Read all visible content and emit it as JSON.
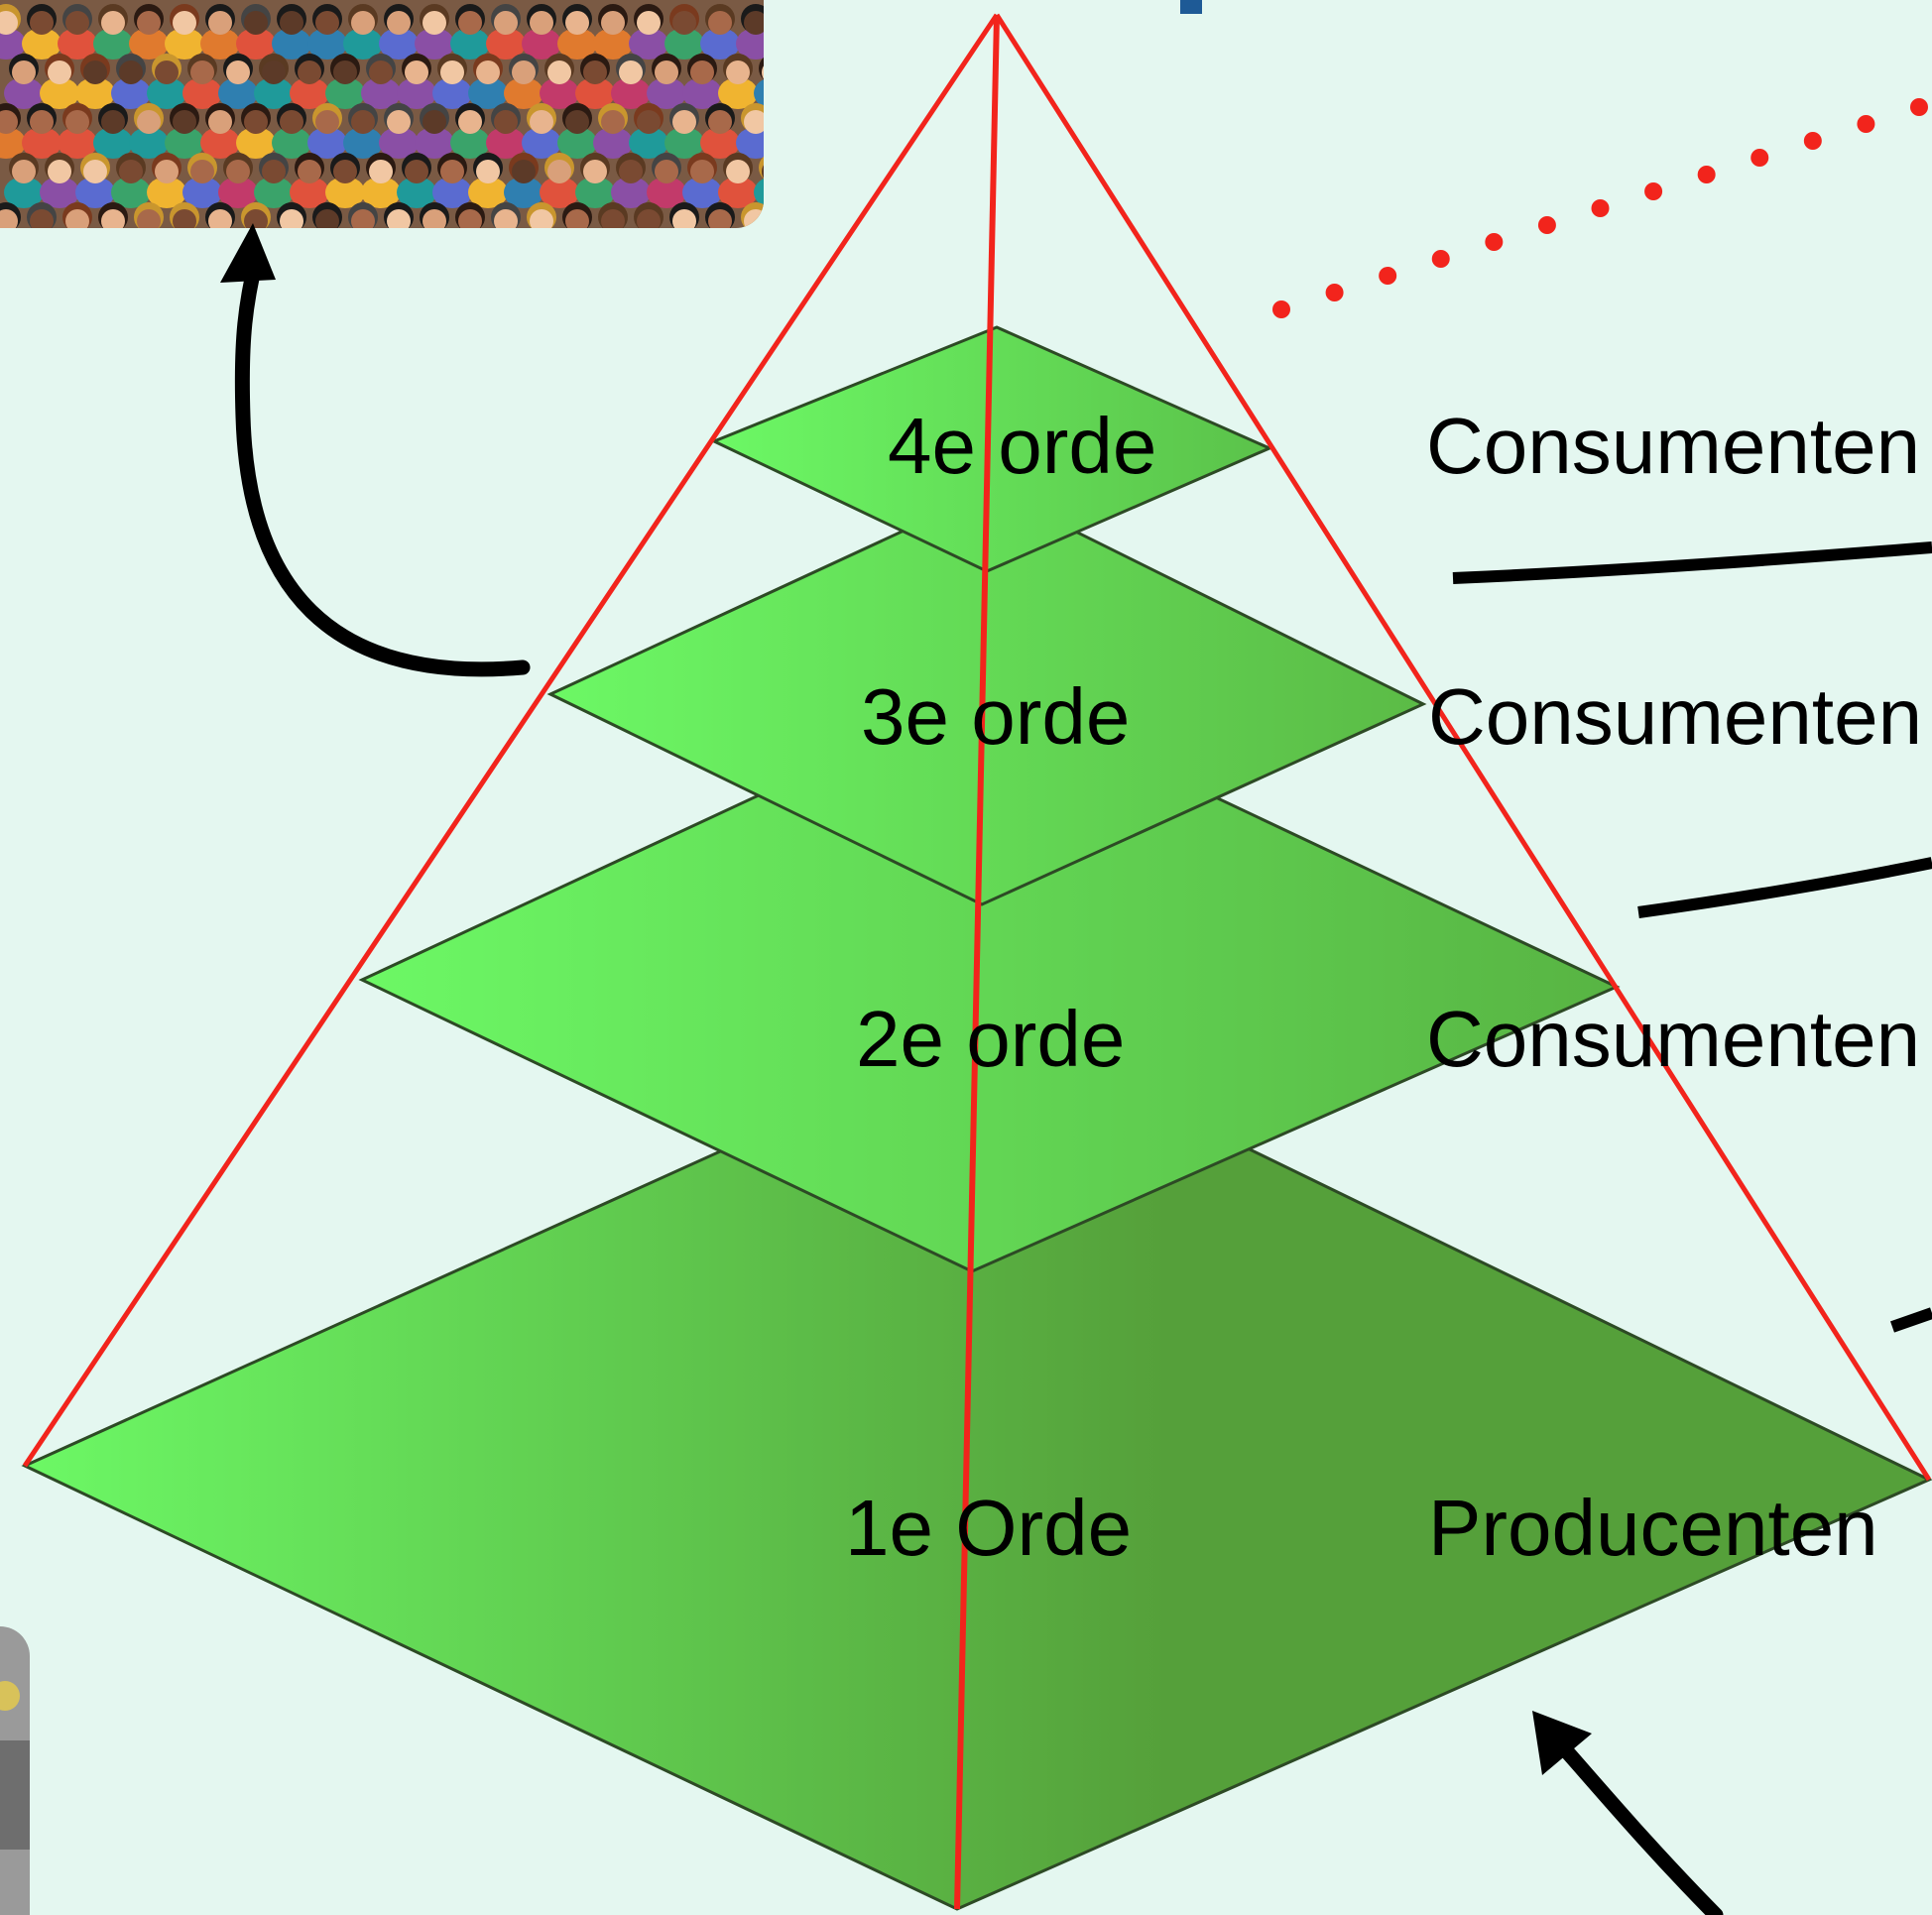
{
  "levels": [
    {
      "order": "4e orde",
      "role": "Consumenten"
    },
    {
      "order": "3e orde",
      "role": "Consumenten"
    },
    {
      "order": "2e orde",
      "role": "Consumenten"
    },
    {
      "order": "1e Orde",
      "role": "Producenten"
    }
  ],
  "colors": {
    "background": "#e4f7f0",
    "layer_light": "#6cf865",
    "layer_dark": "#55a03a",
    "outline": "#f2241c",
    "arrow": "#000000",
    "title_fragment": "#1e5a96"
  },
  "images": {
    "crowd": "illustration-crowd-of-people",
    "side": "partial-image-bottom-left"
  }
}
